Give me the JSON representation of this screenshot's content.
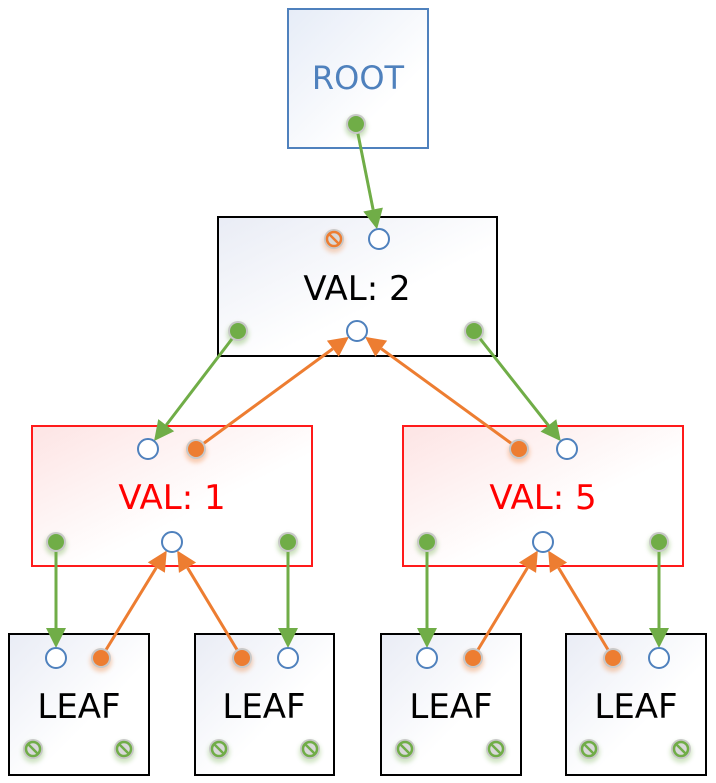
{
  "colors": {
    "root_border": "#4f81bd",
    "root_text": "#4f81bd",
    "internal_border": "#000000",
    "internal_text": "#000000",
    "red_border": "#ff1a1a",
    "red_text": "#ff0000",
    "leaf_border": "#000000",
    "leaf_text": "#000000",
    "green": "#70ad47",
    "orange": "#ed7d31",
    "blue_port": "#4f81bd"
  },
  "nodes": [
    {
      "id": "root",
      "label": "ROOT",
      "style": "root"
    },
    {
      "id": "val2",
      "label": "VAL: 2",
      "style": "internal"
    },
    {
      "id": "val1",
      "label": "VAL: 1",
      "style": "red"
    },
    {
      "id": "val5",
      "label": "VAL: 5",
      "style": "red"
    },
    {
      "id": "leaf1",
      "label": "LEAF",
      "style": "leaf"
    },
    {
      "id": "leaf2",
      "label": "LEAF",
      "style": "leaf"
    },
    {
      "id": "leaf3",
      "label": "LEAF",
      "style": "leaf"
    },
    {
      "id": "leaf4",
      "label": "LEAF",
      "style": "leaf"
    }
  ],
  "edges": [
    {
      "from": "root",
      "to": "val2",
      "kind": "child-pointer",
      "color": "green"
    },
    {
      "from": "val2",
      "to": "val1",
      "kind": "child-pointer",
      "color": "green"
    },
    {
      "from": "val2",
      "to": "val5",
      "kind": "child-pointer",
      "color": "green"
    },
    {
      "from": "val1",
      "to": "val2",
      "kind": "parent-pointer",
      "color": "orange"
    },
    {
      "from": "val5",
      "to": "val2",
      "kind": "parent-pointer",
      "color": "orange"
    },
    {
      "from": "val1",
      "to": "leaf1",
      "kind": "child-pointer",
      "color": "green"
    },
    {
      "from": "val1",
      "to": "leaf2",
      "kind": "child-pointer",
      "color": "green"
    },
    {
      "from": "leaf1",
      "to": "val1",
      "kind": "parent-pointer",
      "color": "orange"
    },
    {
      "from": "leaf2",
      "to": "val1",
      "kind": "parent-pointer",
      "color": "orange"
    },
    {
      "from": "val5",
      "to": "leaf3",
      "kind": "child-pointer",
      "color": "green"
    },
    {
      "from": "val5",
      "to": "leaf4",
      "kind": "child-pointer",
      "color": "green"
    },
    {
      "from": "leaf3",
      "to": "val5",
      "kind": "parent-pointer",
      "color": "orange"
    },
    {
      "from": "leaf4",
      "to": "val5",
      "kind": "parent-pointer",
      "color": "orange"
    }
  ],
  "null_ports": [
    {
      "node": "val2",
      "kind": "parent",
      "color": "orange"
    },
    {
      "node": "leaf1",
      "kind": "left",
      "color": "green"
    },
    {
      "node": "leaf1",
      "kind": "right",
      "color": "green"
    },
    {
      "node": "leaf2",
      "kind": "left",
      "color": "green"
    },
    {
      "node": "leaf2",
      "kind": "right",
      "color": "green"
    },
    {
      "node": "leaf3",
      "kind": "left",
      "color": "green"
    },
    {
      "node": "leaf3",
      "kind": "right",
      "color": "green"
    },
    {
      "node": "leaf4",
      "kind": "left",
      "color": "green"
    },
    {
      "node": "leaf4",
      "kind": "right",
      "color": "green"
    }
  ]
}
